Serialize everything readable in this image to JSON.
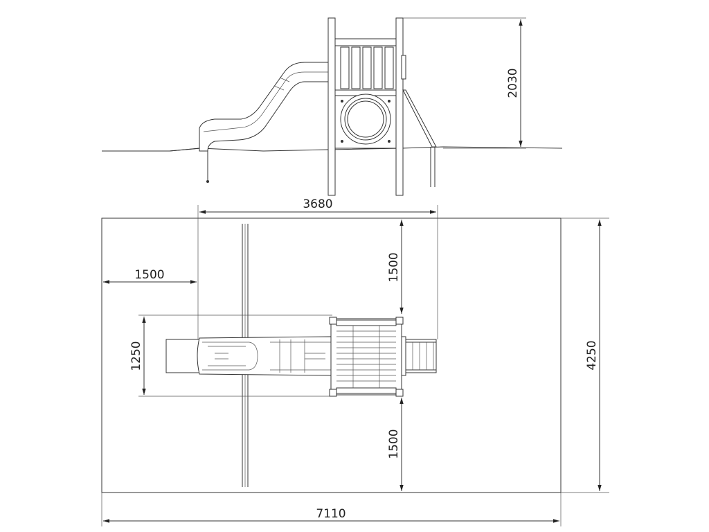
{
  "dimensions": {
    "elevation_height": "2030",
    "structure_width": "3680",
    "left_clearance": "1500",
    "top_clearance": "1500",
    "bottom_clearance": "1500",
    "structure_depth": "1250",
    "total_depth": "4250",
    "total_width": "7110"
  }
}
